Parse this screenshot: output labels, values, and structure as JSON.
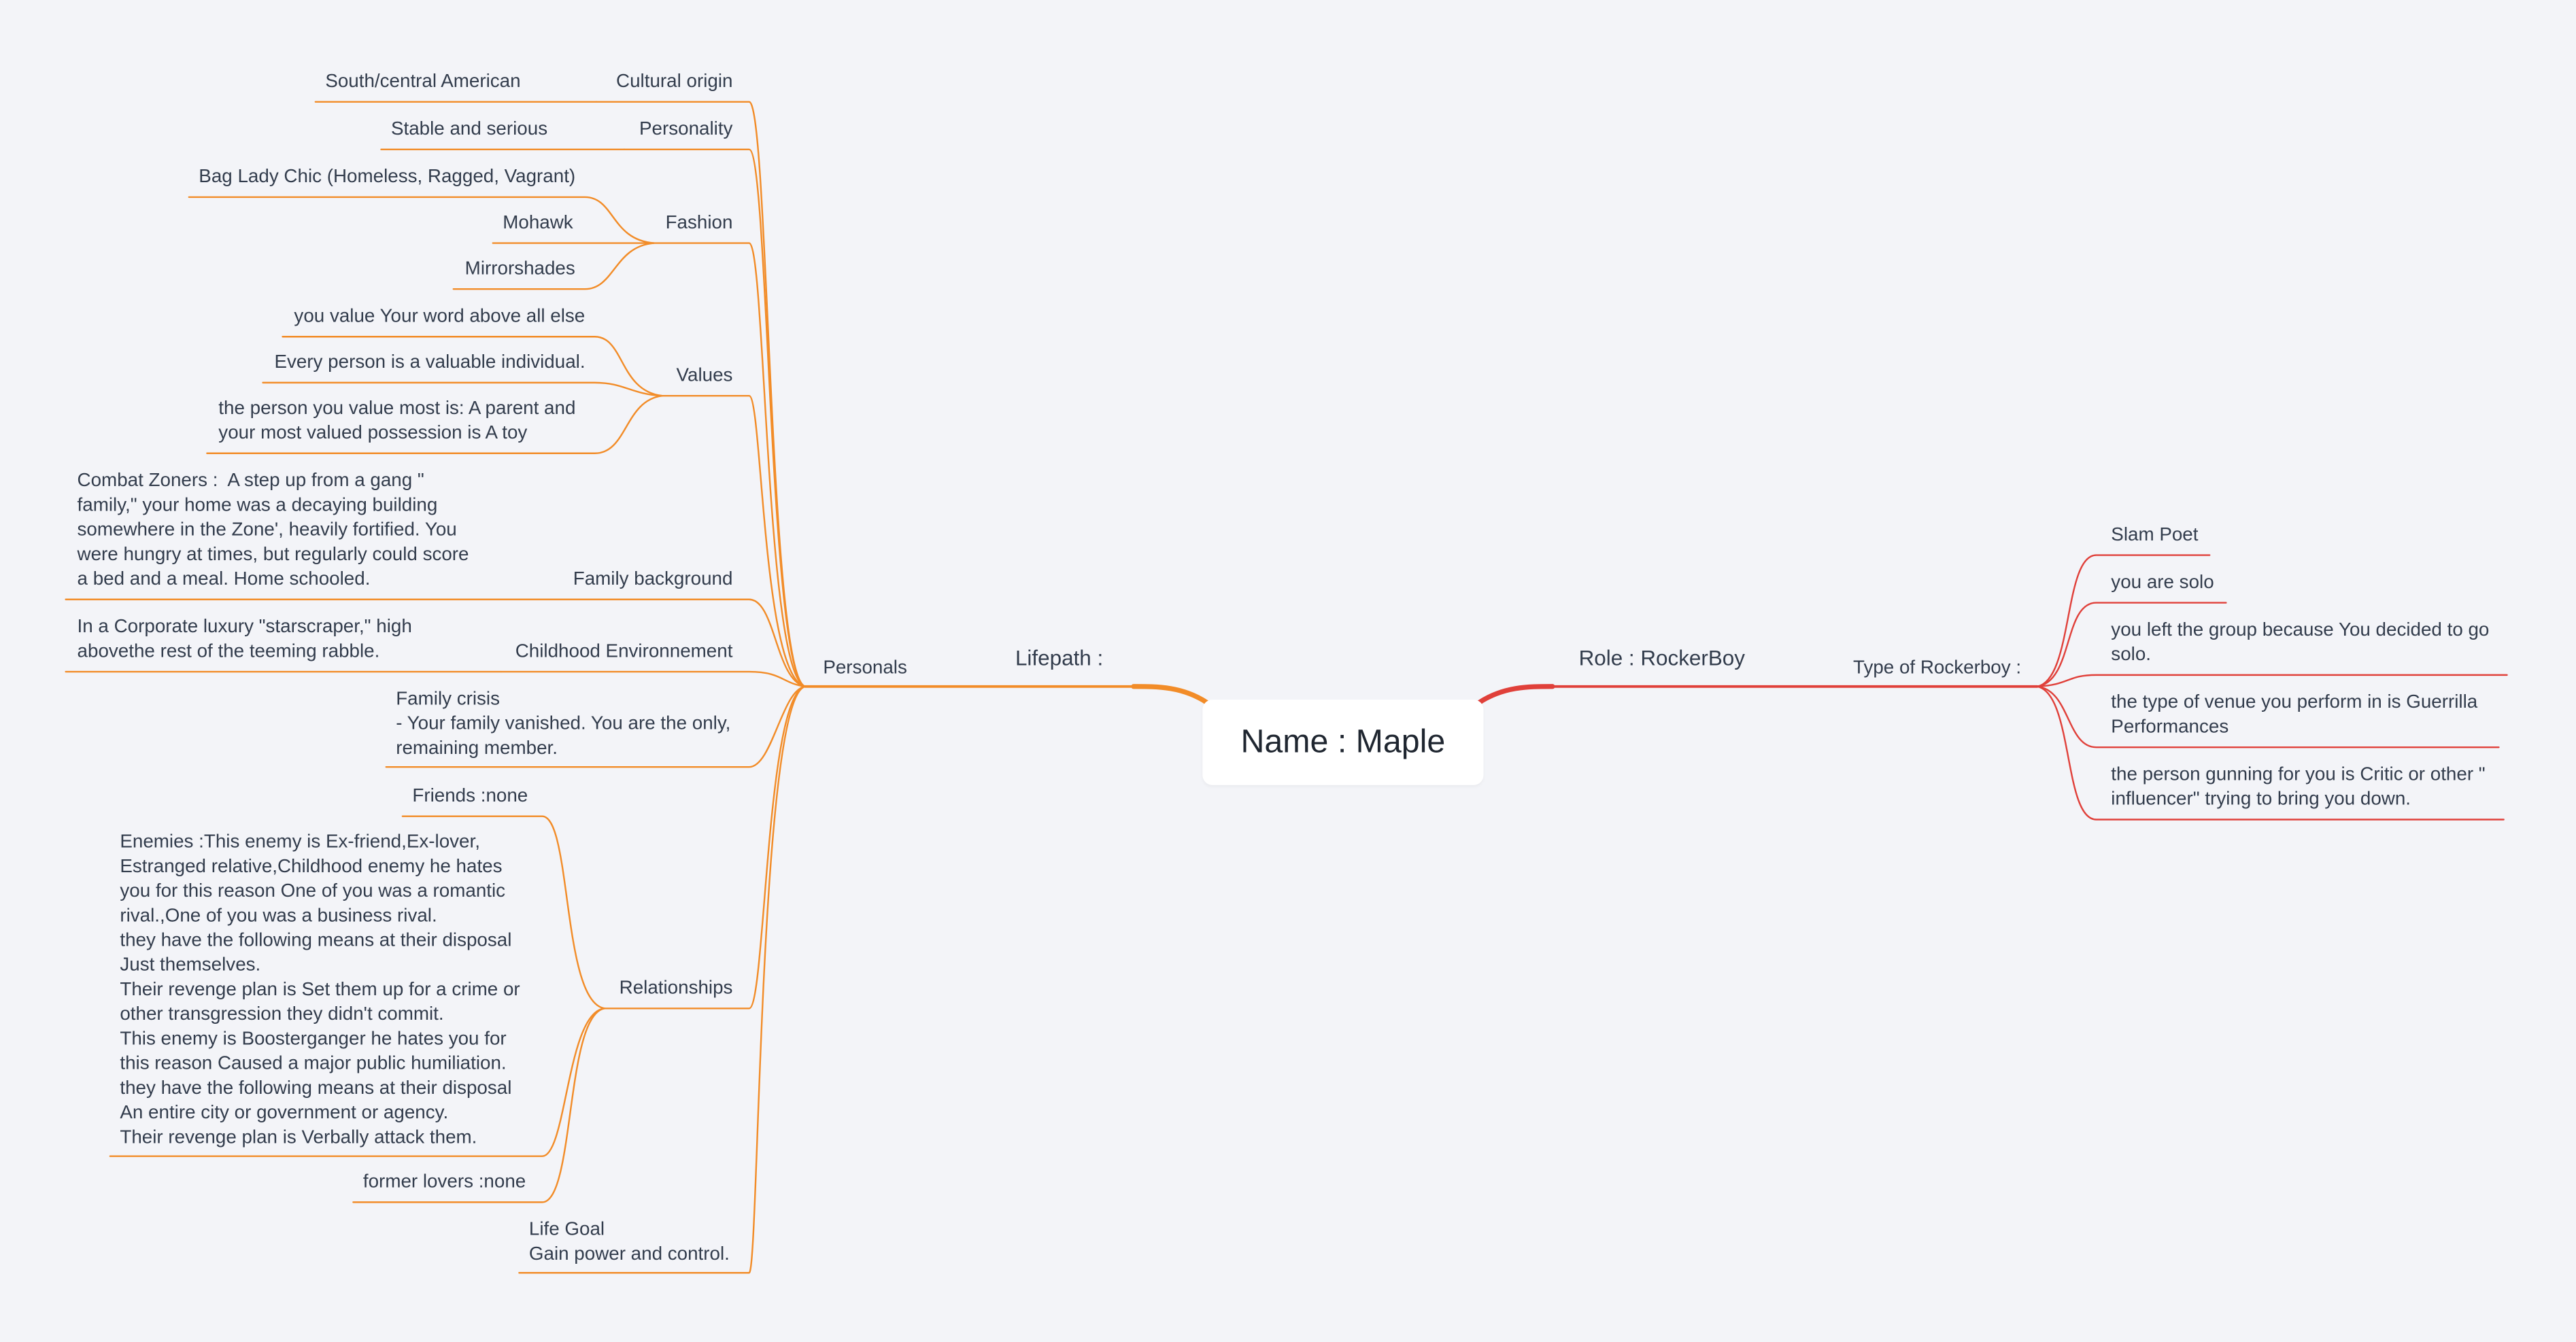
{
  "root": {
    "label": "Name : Maple"
  },
  "colors": {
    "left_branch": "#f28c28",
    "right_branch": "#e0403a",
    "background": "#f3f4f8"
  },
  "left": {
    "label": "Lifepath :",
    "personals": {
      "label": "Personals",
      "cultural_origin": {
        "label": "Cultural origin",
        "value": "South/central American"
      },
      "personality": {
        "label": "Personality",
        "value": "Stable and serious"
      },
      "fashion": {
        "label": "Fashion",
        "items": [
          "Bag Lady Chic (Homeless, Ragged, Vagrant)",
          "Mohawk",
          "Mirrorshades"
        ]
      },
      "values": {
        "label": "Values",
        "items": [
          "you value Your word above all else",
          "Every person is a valuable individual.",
          "the person you value most is: A parent and\nyour most valued possession is A toy"
        ]
      },
      "family_background": {
        "label": "Family background",
        "value": "Combat Zoners :  A step up from a gang \"\nfamily,\" your home was a decaying building\nsomewhere in the Zone', heavily fortified. You\nwere hungry at times, but regularly could score\na bed and a meal. Home schooled."
      },
      "childhood": {
        "label": "Childhood Environnement",
        "value": "In a Corporate luxury \"starscraper,\" high\nabovethe rest of the teeming rabble."
      },
      "family_crisis": "Family crisis\n- Your family vanished. You are the only,\nremaining member.",
      "relationships": {
        "label": "Relationships",
        "friends": "Friends :none",
        "enemies": "Enemies :This enemy is Ex-friend,Ex-lover,\nEstranged relative,Childhood enemy he hates\nyou for this reason One of you was a romantic\nrival.,One of you was a business rival.\nthey have the following means at their disposal\nJust themselves.\nTheir revenge plan is Set them up for a crime or\nother transgression they didn't commit.\nThis enemy is Boosterganger he hates you for\nthis reason Caused a major public humiliation.\nthey have the following means at their disposal\nAn entire city or government or agency.\nTheir revenge plan is Verbally attack them.",
        "lovers": "former lovers :none"
      },
      "life_goal": "Life Goal\nGain power and control."
    }
  },
  "right": {
    "label": "Role : RockerBoy",
    "type": {
      "label": "Type of Rockerboy :",
      "items": [
        "Slam Poet",
        "you are solo",
        "you left the group because You decided to go\nsolo.",
        "the type of venue you perform in is Guerrilla\nPerformances",
        "the person gunning for you is Critic or other \"\ninfluencer\" trying to bring you down."
      ]
    }
  }
}
